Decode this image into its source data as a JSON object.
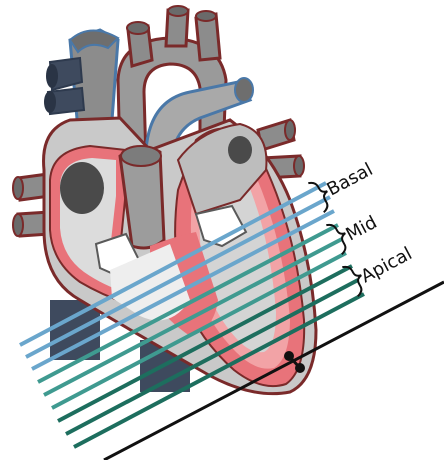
{
  "labels": {
    "basal": "Basal",
    "mid": "Mid",
    "apical": "Apical"
  },
  "colors": {
    "background": "#ffffff",
    "vessel_gray": "#8c8c8c",
    "vessel_gray_light": "#a9a9a9",
    "vessel_dark": "#4a4a4a",
    "vessel_outline_blue": "#4a78a8",
    "vessel_outline_red": "#7a2a2a",
    "vein_dark": "#3e4a5e",
    "myocardium": "#e8737a",
    "myocardium_light": "#f2a3a6",
    "chamber_fill": "#eeeeee",
    "heart_outer": "#c9c9c9",
    "basal_lines": "#6aa6cc",
    "mid_lines": "#3f9a90",
    "apical_lines": "#1d6e5e",
    "axis_line": "#111111"
  },
  "icons": {
    "heart": "heart-anatomy-icon"
  }
}
